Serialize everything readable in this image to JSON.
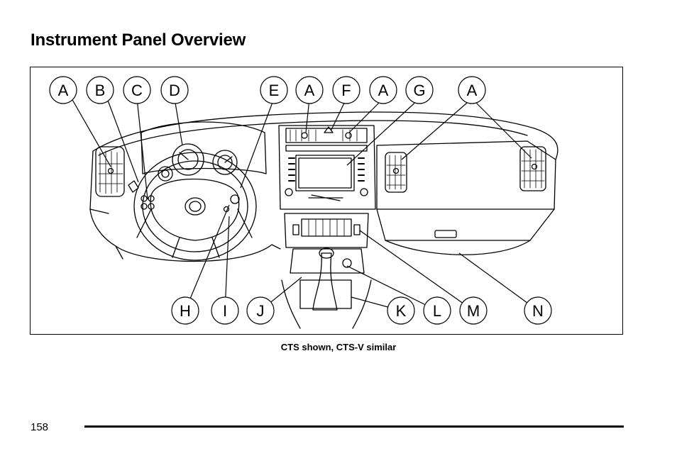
{
  "page": {
    "title": "Instrument Panel Overview",
    "caption": "CTS shown, CTS-V similar",
    "page_number": "158"
  },
  "figure": {
    "callouts_top": [
      "A",
      "B",
      "C",
      "D",
      "E",
      "A",
      "F",
      "A",
      "G",
      "A"
    ],
    "callouts_bottom": [
      "H",
      "I",
      "J",
      "K",
      "L",
      "M",
      "N"
    ]
  }
}
